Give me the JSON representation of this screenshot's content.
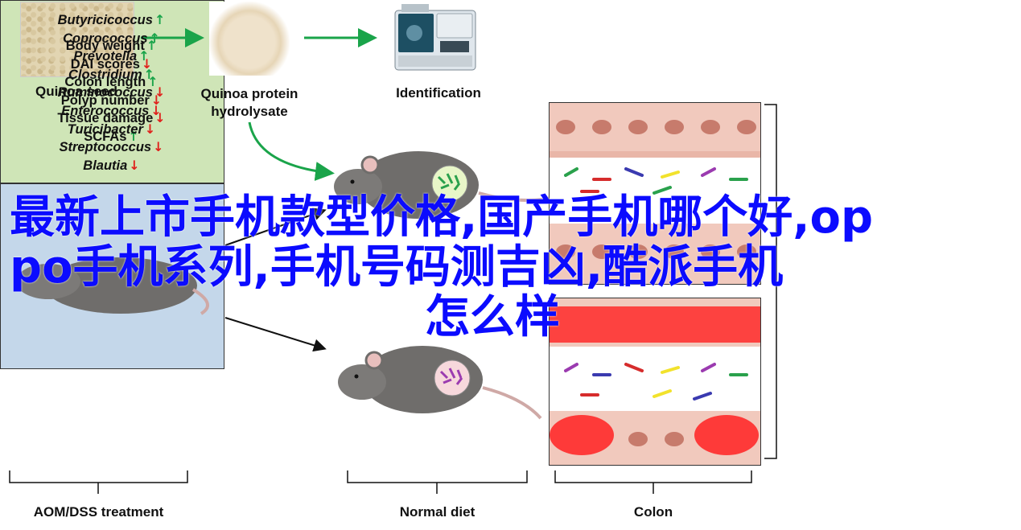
{
  "labels": {
    "quinoa_seed": "Quinoa seed",
    "protein_line1": "Quinoa protein",
    "protein_line2": "hydrolysate",
    "identification": "Identification",
    "aom_dss": "AOM/DSS treatment",
    "normal_diet": "Normal diet",
    "colon": "Colon"
  },
  "overlay": {
    "line1": "最新上市手机款型价格,国产手机哪个好,o",
    "line2": "ppo手机系列,手机号码测吉凶,酷派手机",
    "line3": "怎么样"
  },
  "indicators": [
    {
      "label": "Body weight",
      "arrow": "↑",
      "dir": "up"
    },
    {
      "label": "DAI scores",
      "arrow": "↓",
      "dir": "down"
    },
    {
      "label": "Colon length",
      "arrow": "↑",
      "dir": "up"
    },
    {
      "label": "Polyp number",
      "arrow": "↓",
      "dir": "down"
    },
    {
      "label": "Tissue damage",
      "arrow": "↓",
      "dir": "down"
    },
    {
      "label": "SCFAs",
      "arrow": "↑",
      "dir": "up"
    }
  ],
  "bacteria": [
    {
      "label": "Butyricicoccus",
      "arrow": "↑",
      "dir": "up"
    },
    {
      "label": "Coprococcus",
      "arrow": "↑",
      "dir": "up"
    },
    {
      "label": "Prevotella",
      "arrow": "↑",
      "dir": "up"
    },
    {
      "label": "Clostridium",
      "arrow": "↑",
      "dir": "up"
    },
    {
      "label": "Ruminococcus",
      "arrow": "↓",
      "dir": "down"
    },
    {
      "label": "Enterococcus",
      "arrow": "↓",
      "dir": "down"
    },
    {
      "label": "Turicibacter",
      "arrow": "↓",
      "dir": "down"
    },
    {
      "label": "Streptococcus",
      "arrow": "↓",
      "dir": "down"
    },
    {
      "label": "Blautia",
      "arrow": "↓",
      "dir": "down"
    }
  ],
  "colors": {
    "arrow_green": "#1aa44a",
    "arrow_black": "#111111",
    "up": "#1aa44a",
    "down": "#e0221c",
    "overlay_text": "#0b0bff",
    "panel_green": "#cfe5b7",
    "panel_blue": "#c4d7ea"
  },
  "icons": [
    "quinoa-seed-photo",
    "protein-powder-photo",
    "lab-instrument-icon",
    "mouse-icon",
    "gut-microbiota-icon",
    "colon-tissue-icon"
  ]
}
